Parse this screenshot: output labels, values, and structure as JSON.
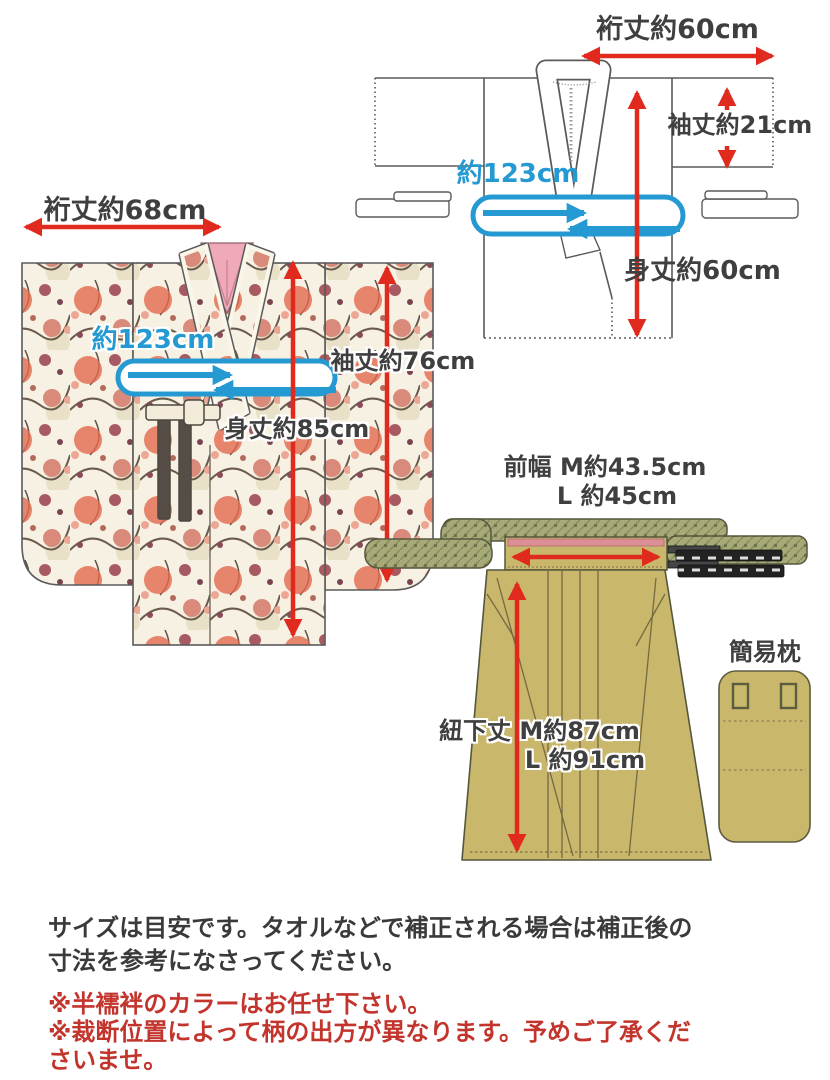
{
  "colors": {
    "arrow_red": "#e02a1e",
    "band_blue": "#2599d2",
    "label_gray": "#3f3f3f",
    "note_red": "#c2342c",
    "hakama_khaki": "#c9b76c",
    "strap_olive": "#a7aa78",
    "collar_pink": "#efa9b8",
    "waistband_pink": "#dd8f96",
    "kimono_cream": "#f7f1e3"
  },
  "juban": {
    "yukitake_label": "裄丈約60cm",
    "sodetake_label": "袖丈約21cm",
    "himo_label": "約123cm",
    "mitake_label": "身丈約60cm"
  },
  "kimono": {
    "yukitake_label": "裄丈約68cm",
    "himo_label": "約123cm",
    "sodetake_label": "袖丈約76cm",
    "mitake_label": "身丈約85cm"
  },
  "hakama": {
    "maehaba_line1": "前幅 M約43.5cm",
    "maehaba_line2": "L 約45cm",
    "himoshita_line1": "紐下丈 M約87cm",
    "himoshita_line2": "L 約91cm"
  },
  "pillow": {
    "title": "簡易枕"
  },
  "notes": {
    "size_line1": "サイズは目安です。タオルなどで補正される場合は補正後の",
    "size_line2": "寸法を参考になさってください。",
    "caution1": "※半襦袢のカラーはお任せ下さい。",
    "caution2_line1": "※裁断位置によって柄の出方が異なります。予めご了承くだ",
    "caution2_line2": "さいませ。"
  }
}
